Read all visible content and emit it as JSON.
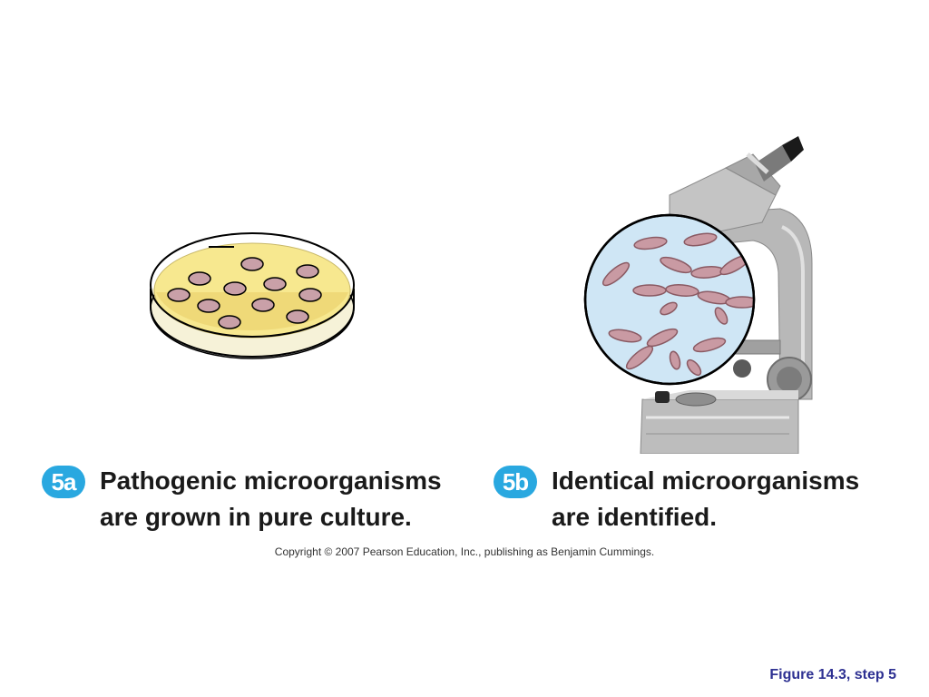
{
  "steps": [
    {
      "badge": "5a",
      "line1": "Pathogenic microorganisms",
      "line2": "are grown in pure culture."
    },
    {
      "badge": "5b",
      "line1": "Identical microorganisms",
      "line2": "are identified."
    }
  ],
  "copyright": "Copyright © 2007 Pearson Education, Inc., publishing as Benjamin Cummings.",
  "figure_label": "Figure 14.3, step 5",
  "colors": {
    "badge": "#29a8e0",
    "agar": "#f7e88f",
    "colony": "#c9a0a8",
    "microscope": "#b5b5b5",
    "field": "#cfe6f5",
    "figure_label": "#2e3192"
  }
}
